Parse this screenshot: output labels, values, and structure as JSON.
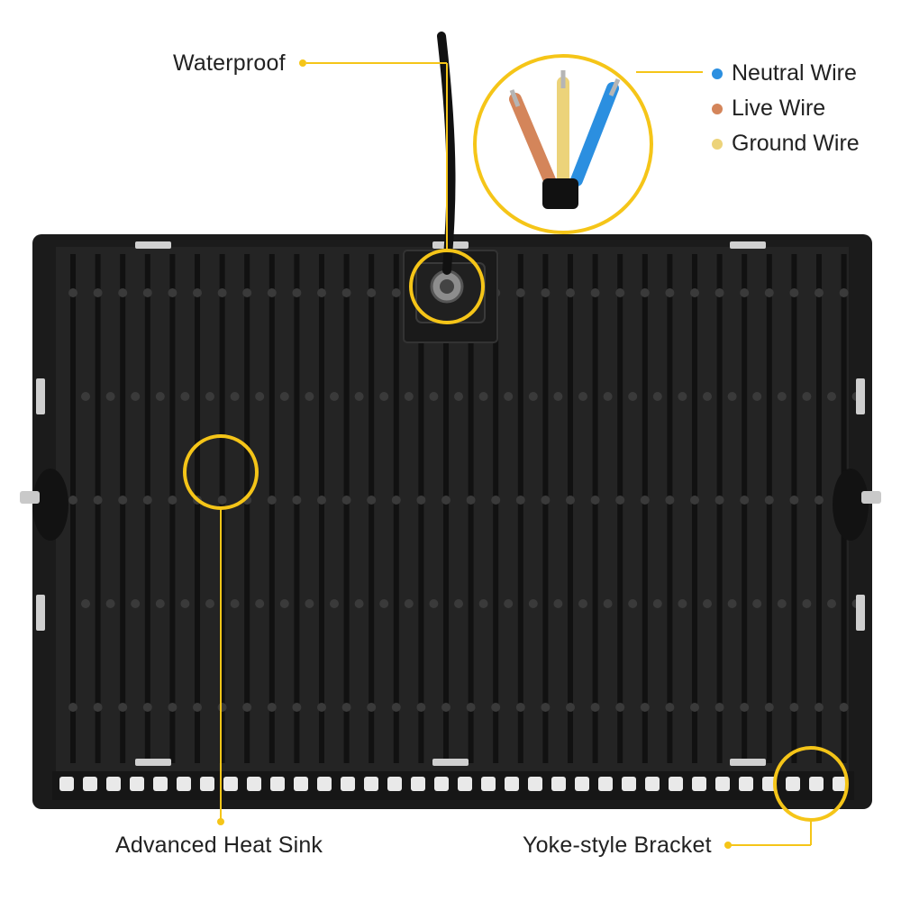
{
  "callouts": {
    "waterproof": "Waterproof",
    "heat_sink": "Advanced Heat Sink",
    "bracket": "Yoke-style Bracket"
  },
  "wire_legend": [
    {
      "label": "Neutral Wire",
      "color": "#2b8fe0"
    },
    {
      "label": "Live Wire",
      "color": "#d4855a"
    },
    {
      "label": "Ground Wire",
      "color": "#ecd37a"
    }
  ],
  "colors": {
    "accent": "#f5c518",
    "housing": "#1d1d1d",
    "fin": "#2a2a2a"
  }
}
